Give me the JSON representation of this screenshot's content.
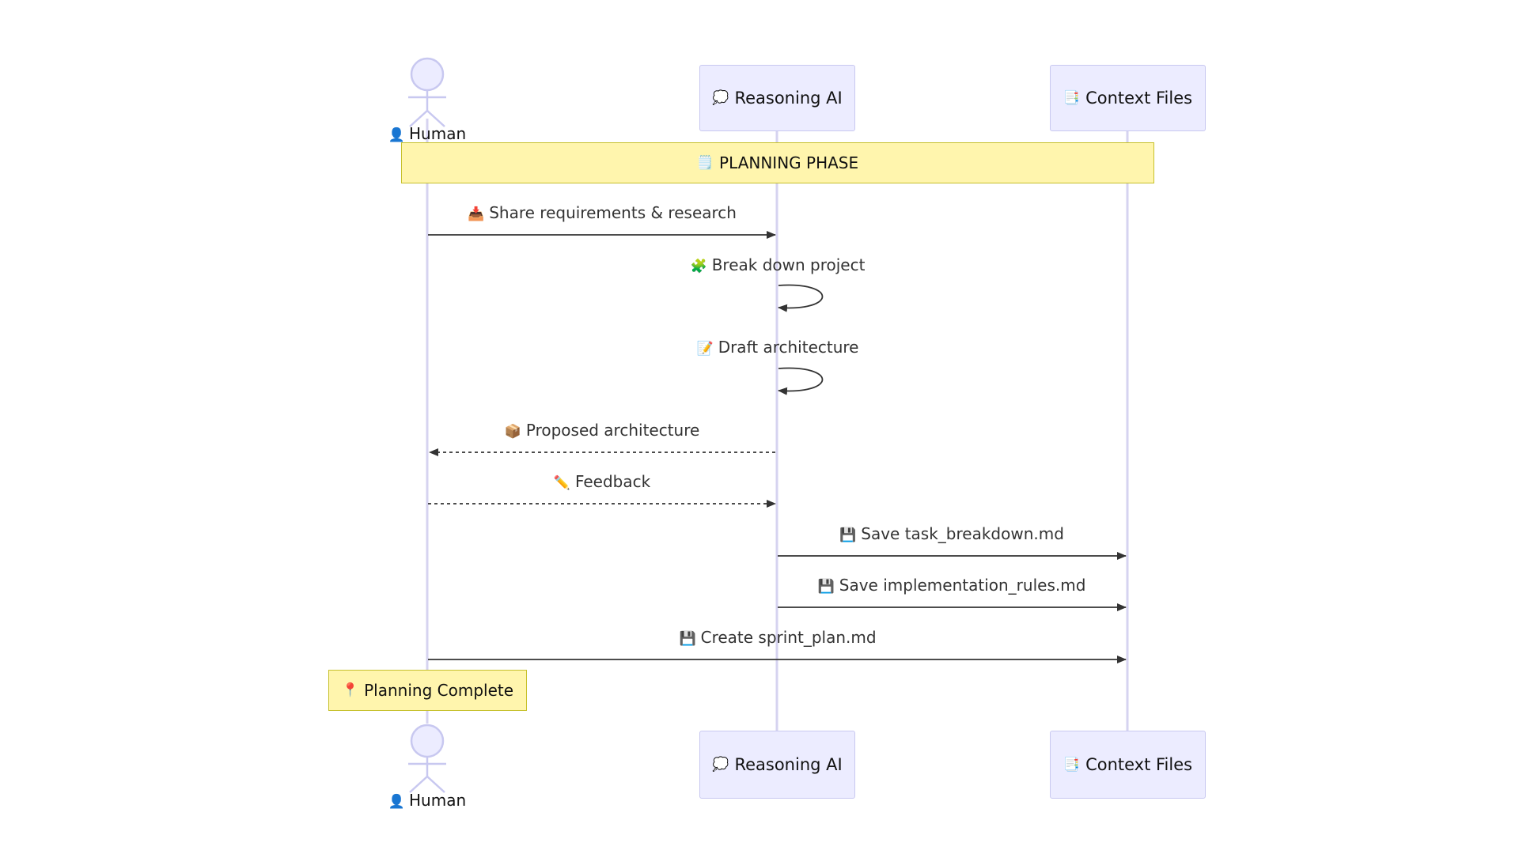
{
  "participants": {
    "human": {
      "icon": "👤",
      "label": "Human"
    },
    "ai": {
      "icon": "💭",
      "label": "Reasoning AI"
    },
    "files": {
      "icon": "📑",
      "label": "Context Files"
    }
  },
  "notes": {
    "planning_phase": {
      "icon": "🗒️",
      "text": "PLANNING PHASE"
    },
    "planning_complete": {
      "icon": "📍",
      "text": "Planning Complete"
    }
  },
  "messages": [
    {
      "icon": "📥",
      "text": "Share requirements & research",
      "from": "human",
      "to": "ai",
      "style": "solid"
    },
    {
      "icon": "🧩",
      "text": "Break down project",
      "from": "ai",
      "to": "ai",
      "style": "solid"
    },
    {
      "icon": "📝",
      "text": "Draft architecture",
      "from": "ai",
      "to": "ai",
      "style": "solid"
    },
    {
      "icon": "📦",
      "text": "Proposed architecture",
      "from": "ai",
      "to": "human",
      "style": "dashed"
    },
    {
      "icon": "✏️",
      "text": "Feedback",
      "from": "human",
      "to": "ai",
      "style": "dashed"
    },
    {
      "icon": "💾",
      "text": "Save task_breakdown.md",
      "from": "ai",
      "to": "files",
      "style": "solid"
    },
    {
      "icon": "💾",
      "text": "Save implementation_rules.md",
      "from": "ai",
      "to": "files",
      "style": "solid"
    },
    {
      "icon": "💾",
      "text": "Create sprint_plan.md",
      "from": "human",
      "to": "files",
      "style": "solid"
    }
  ],
  "colors": {
    "lifeline": "#d6d3f0",
    "participant_fill": "#ececff",
    "participant_border": "#c8c8f0",
    "note_fill": "#fff5ad",
    "note_border": "#c6c02b",
    "arrow": "#333333"
  }
}
